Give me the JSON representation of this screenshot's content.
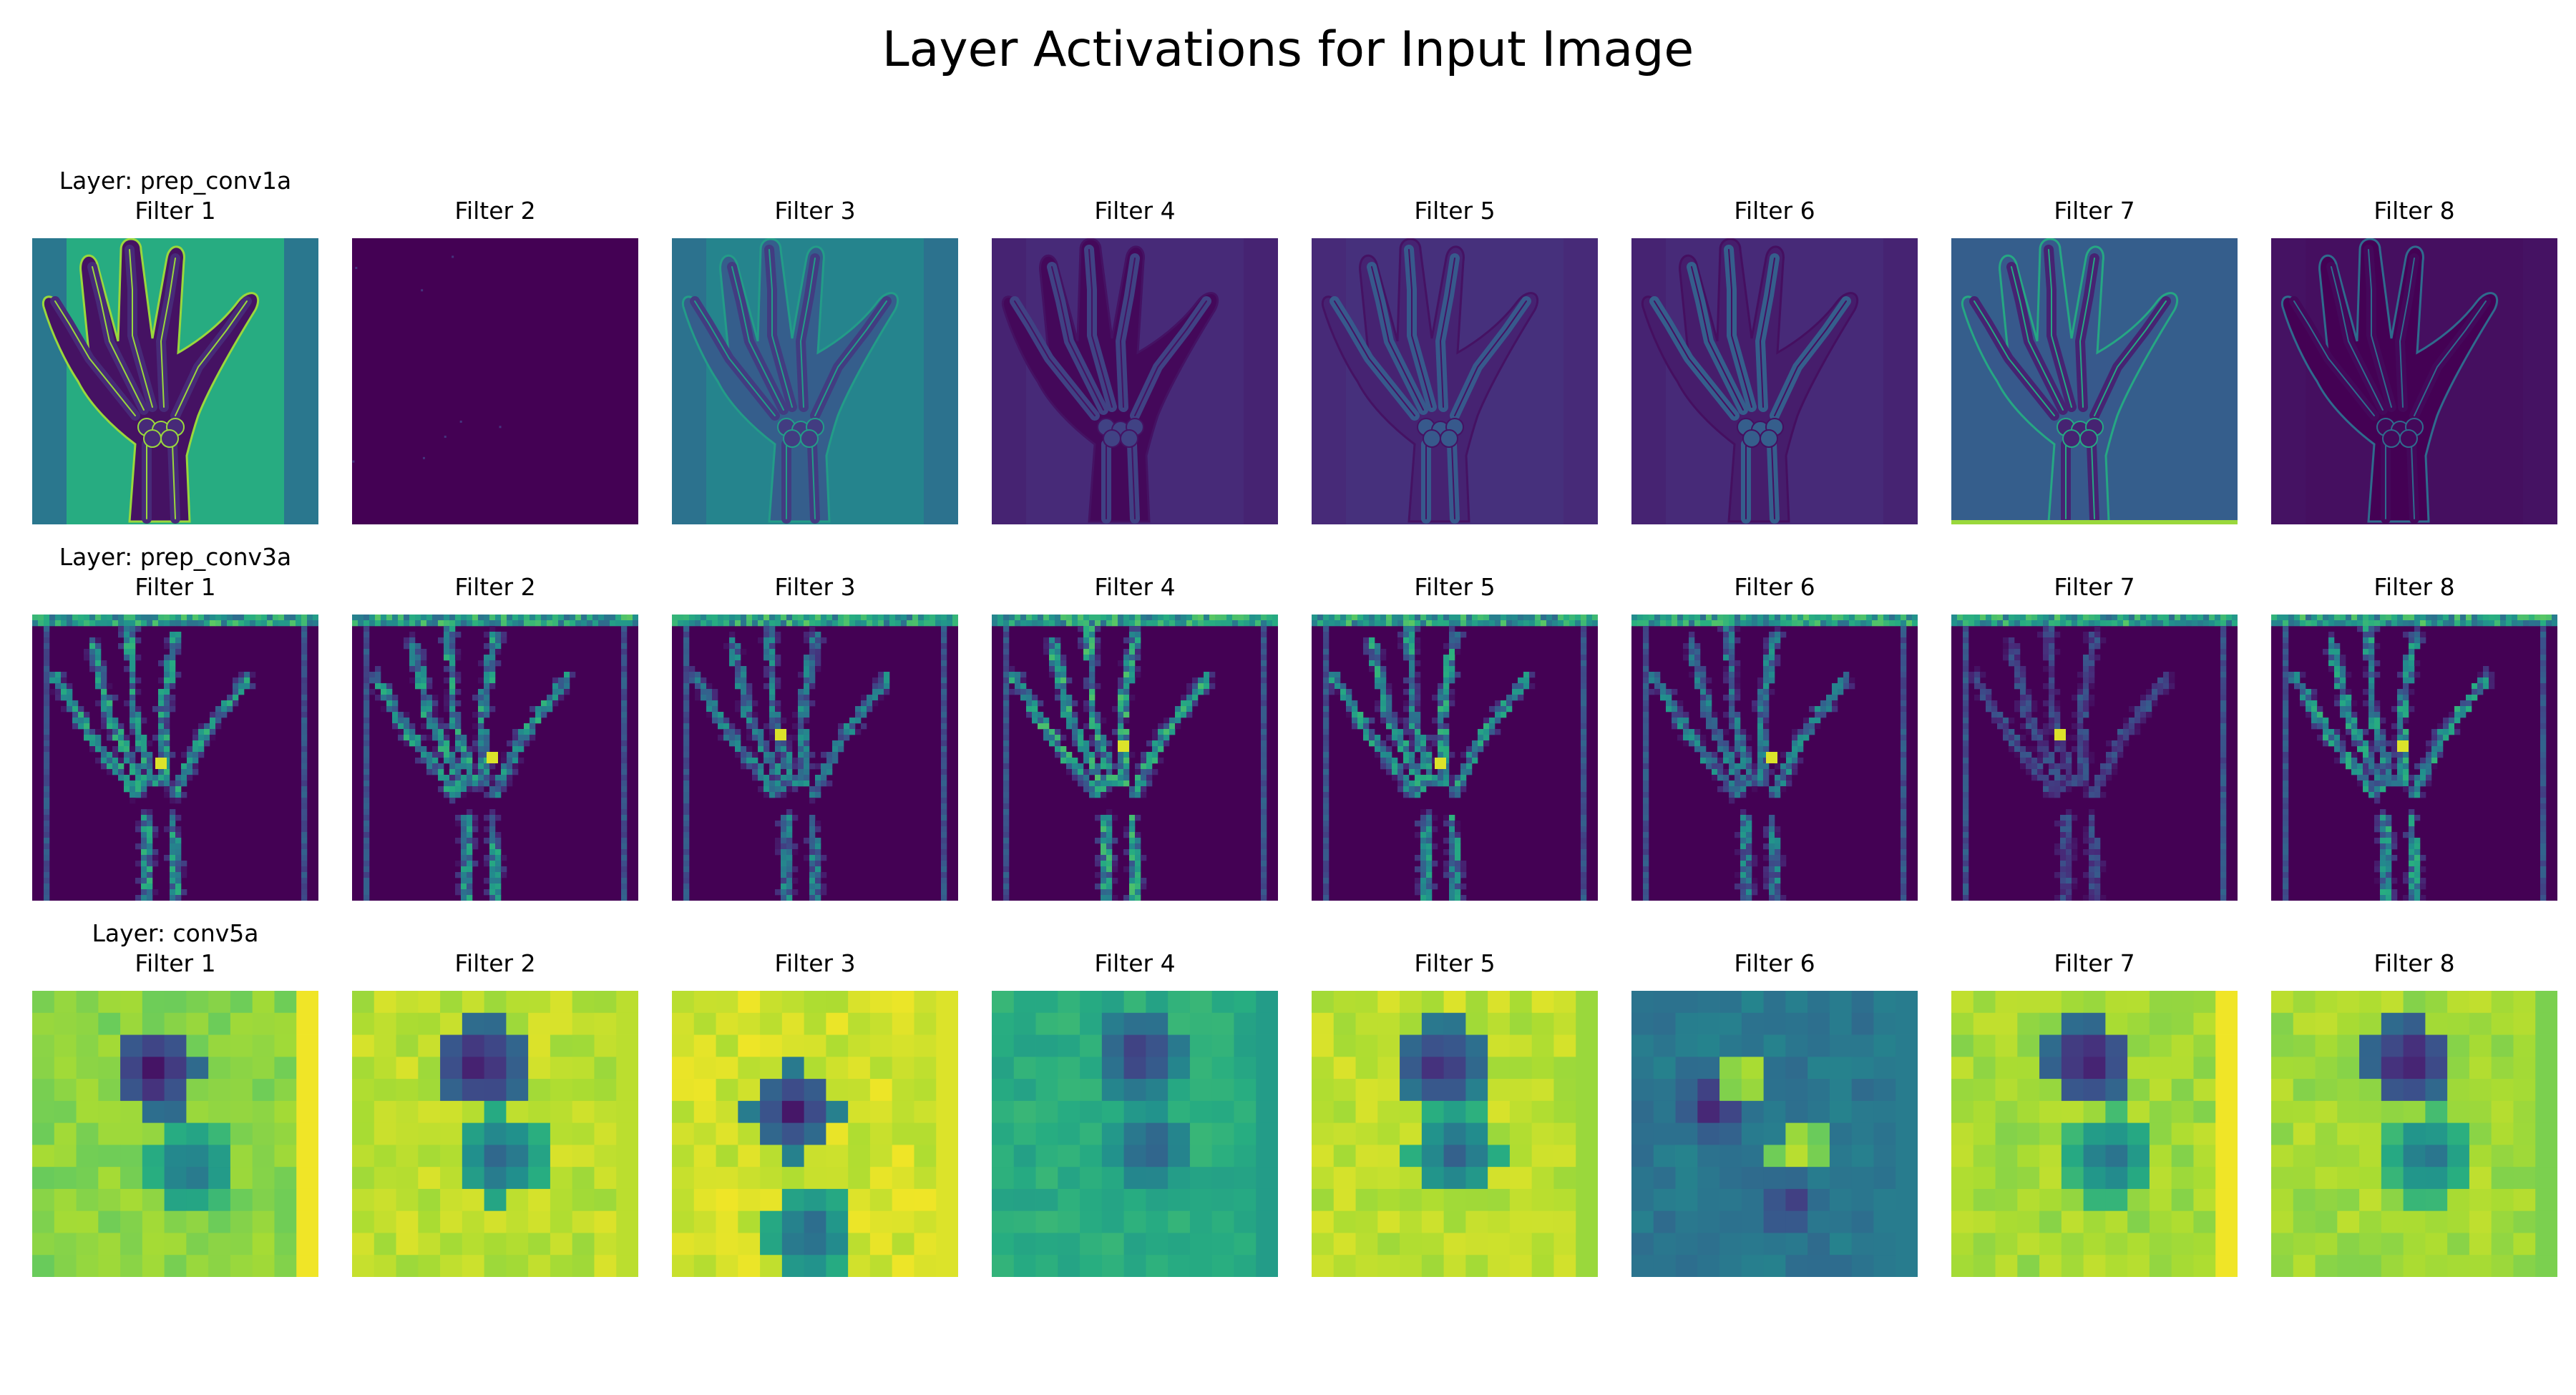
{
  "title": "Layer Activations for Input Image",
  "colormap": "viridis",
  "colors": {
    "viridis_low": "#440154",
    "viridis_mid": "#21918c",
    "viridis_high": "#fde725"
  },
  "layers": [
    {
      "layer_label": "Layer: prep_conv1a",
      "filters": [
        "Filter 1",
        "Filter 2",
        "Filter 3",
        "Filter 4",
        "Filter 5",
        "Filter 6",
        "Filter 7",
        "Filter 8"
      ]
    },
    {
      "layer_label": "Layer: prep_conv3a",
      "filters": [
        "Filter 1",
        "Filter 2",
        "Filter 3",
        "Filter 4",
        "Filter 5",
        "Filter 6",
        "Filter 7",
        "Filter 8"
      ]
    },
    {
      "layer_label": "Layer: conv5a",
      "filters": [
        "Filter 1",
        "Filter 2",
        "Filter 3",
        "Filter 4",
        "Filter 5",
        "Filter 6",
        "Filter 7",
        "Filter 8"
      ]
    }
  ],
  "chart_data": {
    "type": "heatmap",
    "title": "Layer Activations for Input Image",
    "rows": [
      "Layer: prep_conv1a",
      "Layer: prep_conv3a",
      "Layer: conv5a"
    ],
    "columns": [
      "Filter 1",
      "Filter 2",
      "Filter 3",
      "Filter 4",
      "Filter 5",
      "Filter 6",
      "Filter 7",
      "Filter 8"
    ],
    "colormap": "viridis",
    "axes": "off",
    "panel_count": 24
  }
}
